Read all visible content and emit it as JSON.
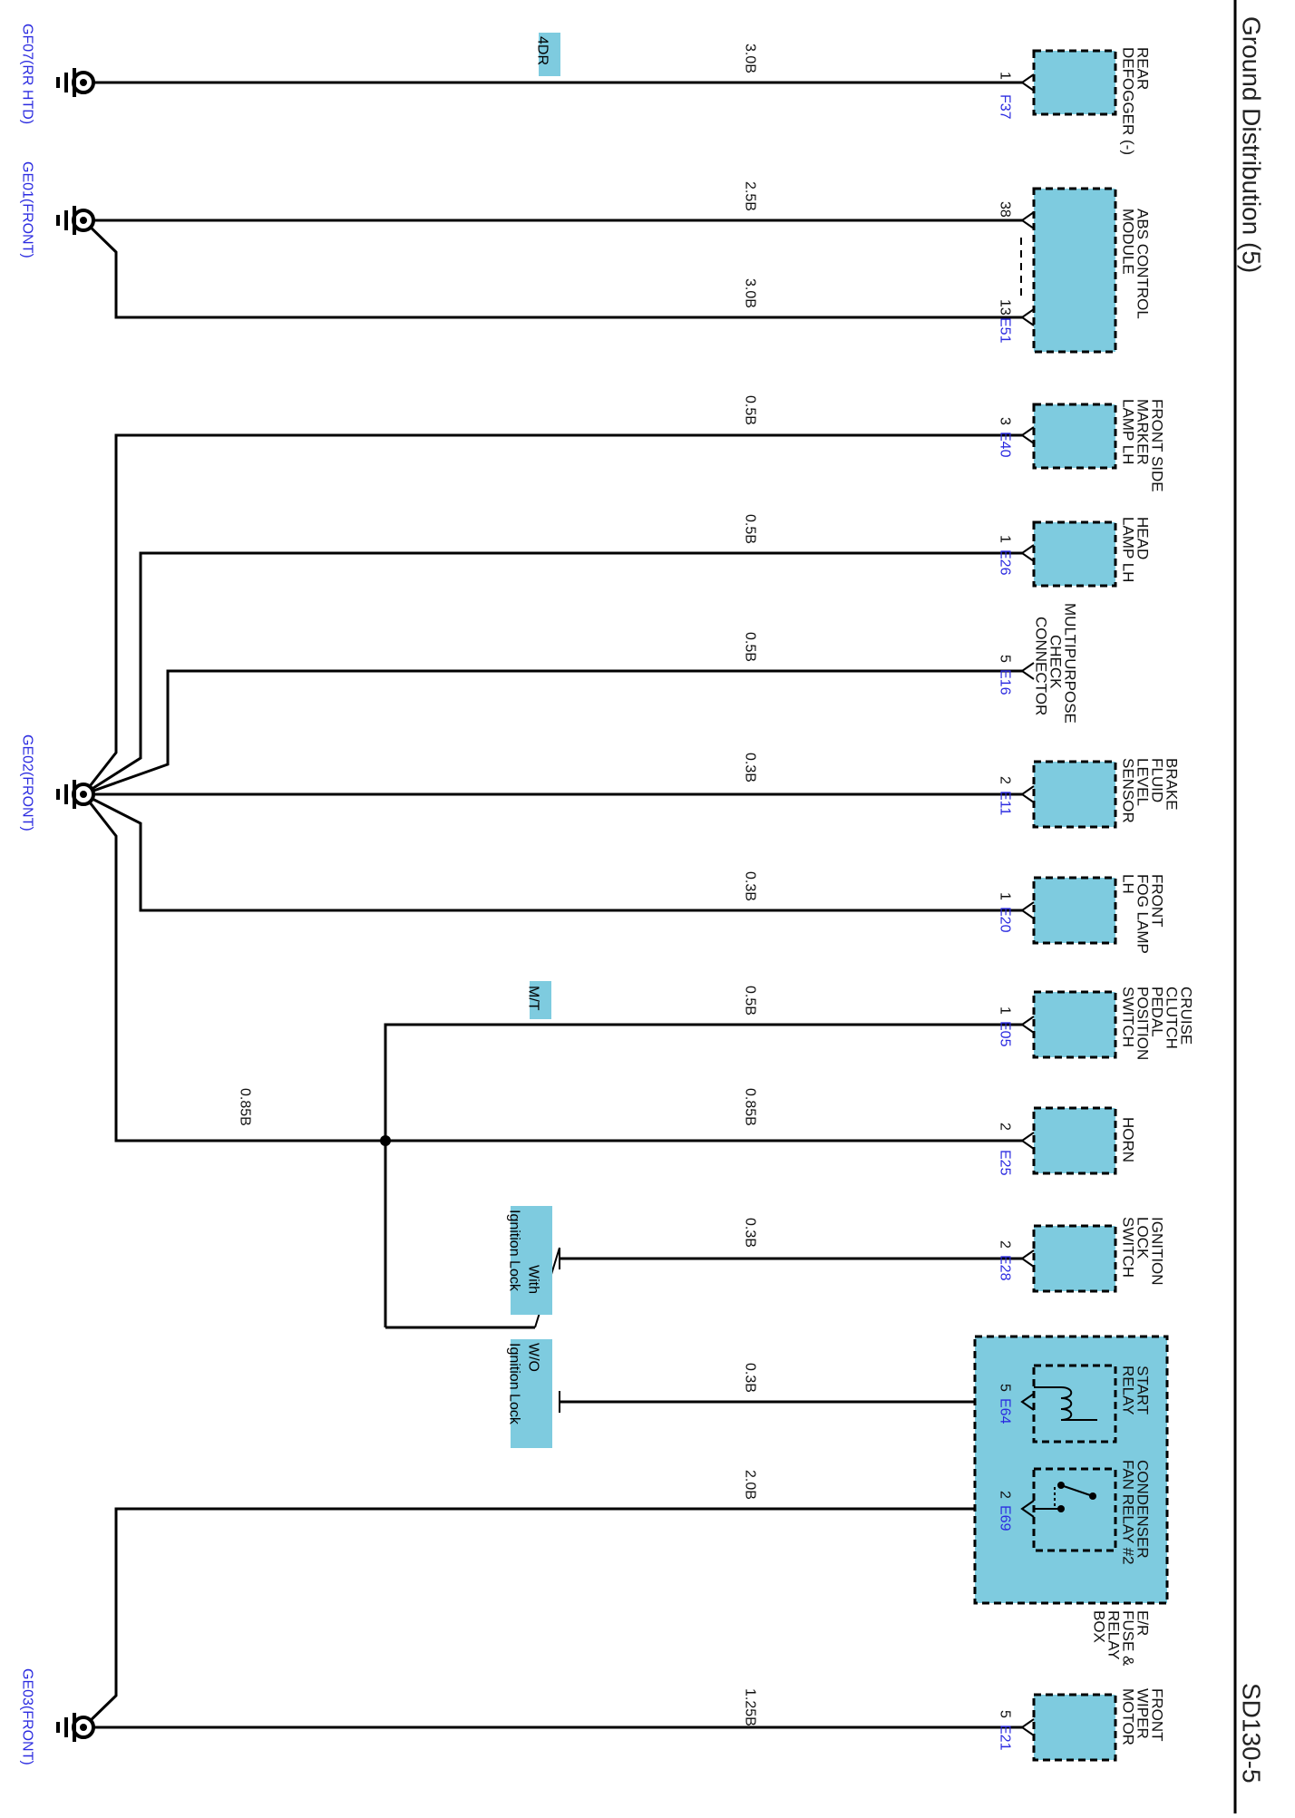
{
  "title": "Ground Distribution (5)",
  "page_code": "SD130-5",
  "colors": {
    "component_fill": "#7ecbdf",
    "connector_id": "#2b2be0",
    "wire": "#000000"
  },
  "grounds": [
    {
      "id": "GF07(RR HTD)"
    },
    {
      "id": "GE01(FRONT)"
    },
    {
      "id": "GE02(FRONT)"
    },
    {
      "id": "GE03(FRONT)"
    }
  ],
  "components": [
    {
      "name": [
        "REAR",
        "DEFOGGER (-)"
      ],
      "connector": "F37",
      "pins": [
        "1"
      ],
      "wire_sizes": [
        "3.0B"
      ]
    },
    {
      "name": [
        "ABS CONTROL",
        "MODULE"
      ],
      "connector": "E51",
      "pins": [
        "38",
        "13"
      ],
      "wire_sizes": [
        "2.5B",
        "3.0B"
      ]
    },
    {
      "name": [
        "FRONT SIDE",
        "MARKER",
        "LAMP LH"
      ],
      "connector": "E40",
      "pins": [
        "3"
      ],
      "wire_sizes": [
        "0.5B"
      ]
    },
    {
      "name": [
        "HEAD",
        "LAMP LH"
      ],
      "connector": "E26",
      "pins": [
        "1"
      ],
      "wire_sizes": [
        "0.5B"
      ]
    },
    {
      "name": [
        "MULTIPURPOSE",
        "CHECK",
        "CONNECTOR"
      ],
      "connector": "E16",
      "pins": [
        "5"
      ],
      "wire_sizes": [
        "0.5B"
      ]
    },
    {
      "name": [
        "BRAKE",
        "FLUID",
        "LEVEL",
        "SENSOR"
      ],
      "connector": "E11",
      "pins": [
        "2"
      ],
      "wire_sizes": [
        "0.3B"
      ]
    },
    {
      "name": [
        "FRONT",
        "FOG LAMP",
        "LH"
      ],
      "connector": "E20",
      "pins": [
        "1"
      ],
      "wire_sizes": [
        "0.3B"
      ]
    },
    {
      "name": [
        "CRUISE",
        "CLUTCH",
        "PEDAL",
        "POSITION",
        "SWITCH"
      ],
      "connector": "E05",
      "pins": [
        "1"
      ],
      "wire_sizes": [
        "0.5B"
      ]
    },
    {
      "name": [
        "HORN"
      ],
      "connector": "E25",
      "pins": [
        "2"
      ],
      "wire_sizes": [
        "0.85B"
      ]
    },
    {
      "name": [
        "IGNITION",
        "LOCK",
        "SWITCH"
      ],
      "connector": "E28",
      "pins": [
        "2"
      ],
      "wire_sizes": [
        "0.3B"
      ]
    },
    {
      "name": [
        "START",
        "RELAY"
      ],
      "connector": "E64",
      "pins": [
        "5"
      ],
      "wire_sizes": [
        "0.3B"
      ]
    },
    {
      "name": [
        "CONDENSER",
        "FAN RELAY #2"
      ],
      "connector": "E69",
      "pins": [
        "2"
      ],
      "wire_sizes": [
        "2.0B"
      ]
    },
    {
      "name": [
        "FRONT",
        "WIPER",
        "MOTOR"
      ],
      "connector": "E21",
      "pins": [
        "5"
      ],
      "wire_sizes": [
        "1.25B"
      ]
    }
  ],
  "relay_box": {
    "name": [
      "E/R",
      "FUSE &",
      "RELAY",
      "BOX"
    ]
  },
  "trunk_wire_size": "0.85B",
  "options": {
    "four_door": "4DR",
    "manual_trans": "M/T",
    "with_lock": [
      "With",
      "Ignition Lock"
    ],
    "without_lock": [
      "W/O",
      "Ignition Lock"
    ]
  }
}
